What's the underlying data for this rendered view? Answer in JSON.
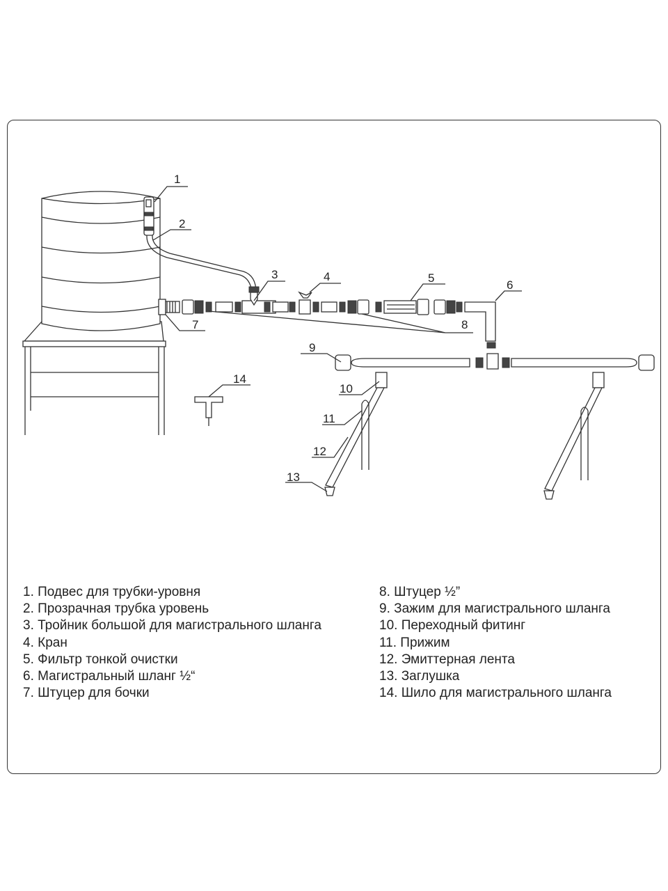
{
  "callouts": [
    "1",
    "2",
    "3",
    "4",
    "5",
    "6",
    "7",
    "8",
    "9",
    "10",
    "11",
    "12",
    "13",
    "14"
  ],
  "legend_left": [
    "1. Подвес для трубки-уровня",
    "2. Прозрачная трубка уровень",
    "3. Тройник большой для магистрального шланга",
    "4. Кран",
    "5. Фильтр тонкой очистки",
    "6. Магистральный шланг ½“",
    "7. Штуцер для бочки"
  ],
  "legend_right": [
    "8. Штуцер ½”",
    "9. Зажим для магистрального шланга",
    "10. Переходный фитинг",
    "11. Прижим",
    "12. Эмиттерная лента",
    "13. Заглушка",
    "14. Шило для магистрального шланга"
  ]
}
